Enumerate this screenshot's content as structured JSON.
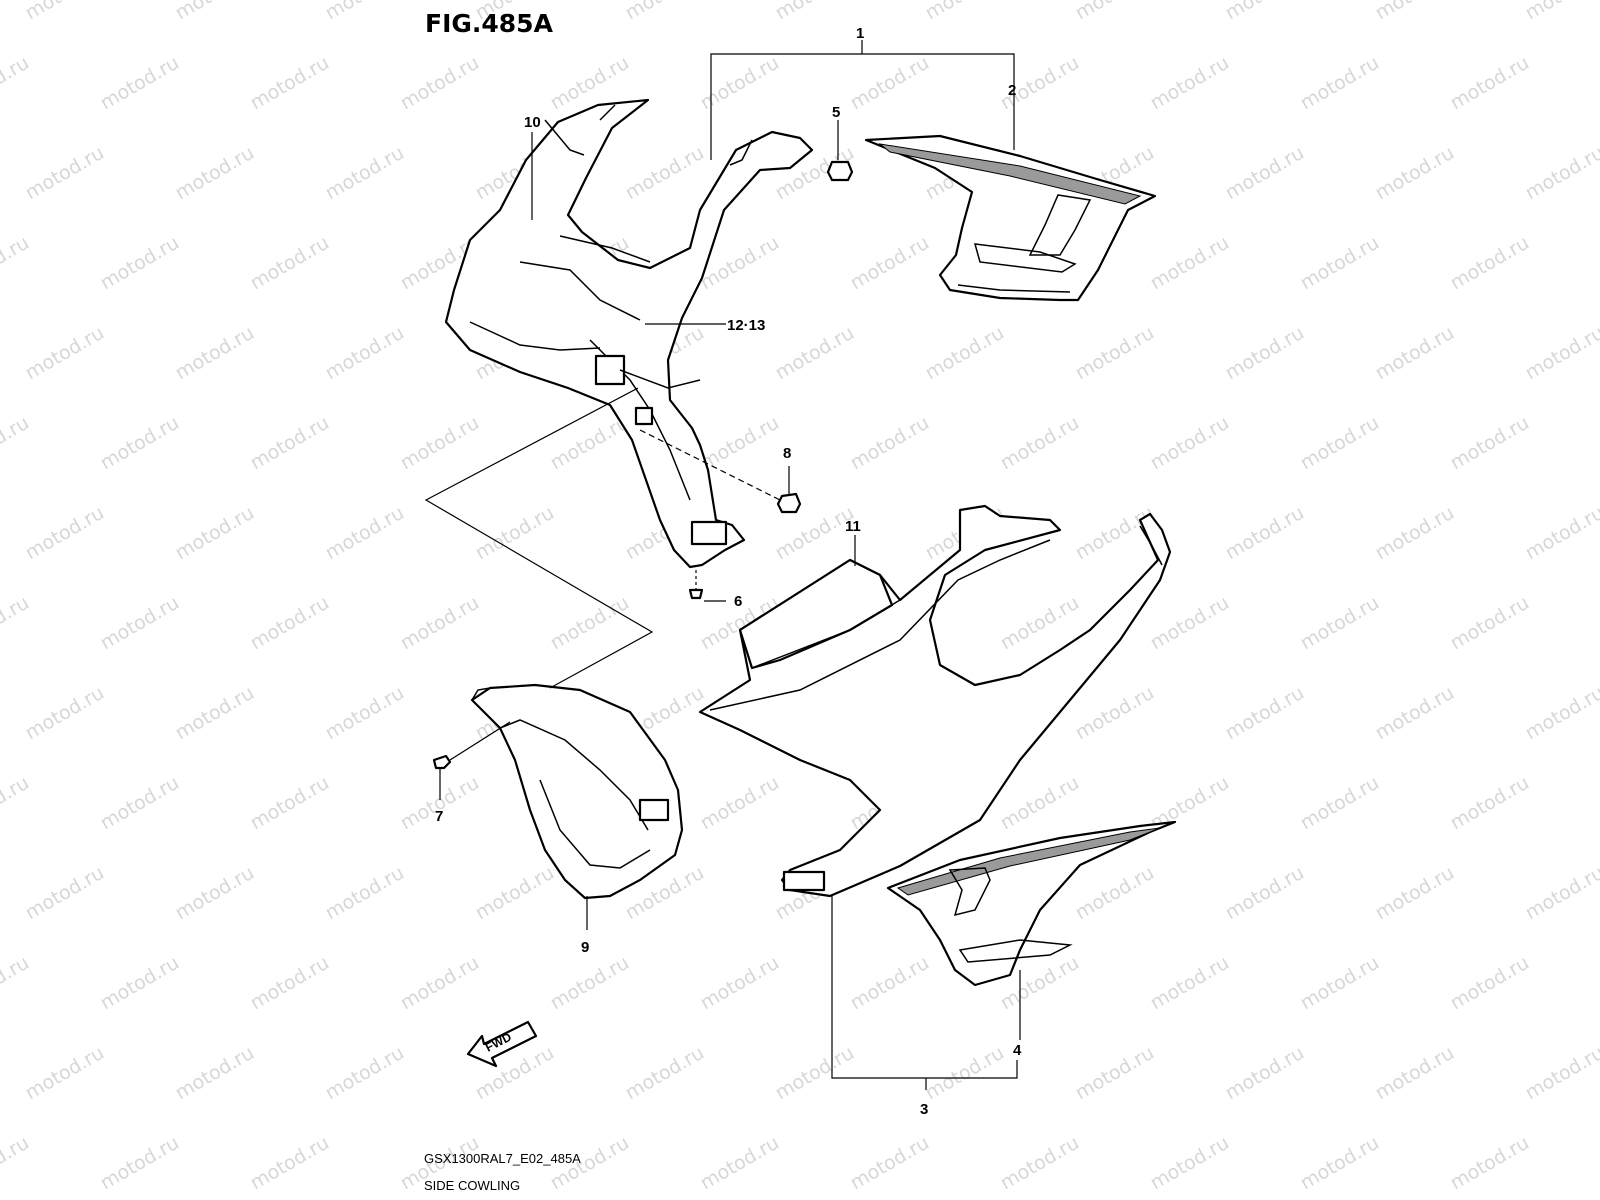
{
  "figure": {
    "title": "FIG.485A",
    "model_code": "GSX1300RAL7_E02_485A",
    "section_name": "SIDE COWLING"
  },
  "watermark": "motod.ru",
  "fwd_arrow_label": "FWD",
  "callouts": {
    "c1": "1",
    "c2": "2",
    "c3": "3",
    "c4": "4",
    "c5": "5",
    "c6": "6",
    "c7": "7",
    "c8": "8",
    "c9": "9",
    "c10": "10",
    "c11": "11",
    "c12_13": "12·13"
  },
  "colors": {
    "line": "#000000",
    "watermark": "#d7d7d7",
    "background": "#ffffff",
    "stripe": "#9a9a9a"
  }
}
